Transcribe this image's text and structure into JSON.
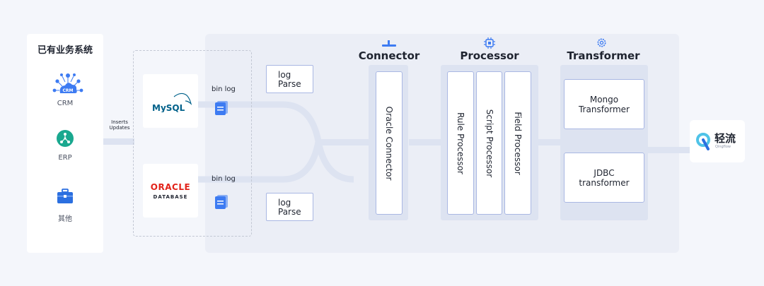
{
  "left_panel": {
    "title": "已有业务系统",
    "systems": [
      {
        "label": "CRM",
        "badge": "CRM",
        "icon": "cloud-network-icon"
      },
      {
        "label": "ERP",
        "icon": "erp-network-icon"
      },
      {
        "label": "其他",
        "icon": "briefcase-icon"
      }
    ]
  },
  "ingest": {
    "line1": "Inserts",
    "line2": "Updates"
  },
  "databases": {
    "mysql": {
      "logo": "MySQL",
      "binlog": "bin log"
    },
    "oracle": {
      "logo_line1": "ORACLE",
      "logo_line2": "DATABASE",
      "binlog": "bin log"
    }
  },
  "log_parse": [
    {
      "line1": "log",
      "line2": "Parse"
    },
    {
      "line1": "log",
      "line2": "Parse"
    }
  ],
  "connector": {
    "title": "Connector",
    "icon": "connector-icon",
    "items": [
      "Oracle Connector"
    ]
  },
  "processor": {
    "title": "Processor",
    "icon": "chip-icon",
    "items": [
      "Rule Processor",
      "Script Processor",
      "Field Processor"
    ]
  },
  "transformer": {
    "title": "Transformer",
    "icon": "gear-icon",
    "items": [
      {
        "line1": "Mongo",
        "line2": "Transformer"
      },
      {
        "line1": "JDBC",
        "line2": "transformer"
      }
    ]
  },
  "output": {
    "name": "轻流",
    "sub": "Qingflow",
    "icon": "q-logo-icon"
  },
  "colors": {
    "accent": "#3d7bf2",
    "flow": "#dde3f1",
    "oracle_red": "#e2231a",
    "mysql_blue": "#00618a",
    "mysql_orange": "#e48e00"
  }
}
